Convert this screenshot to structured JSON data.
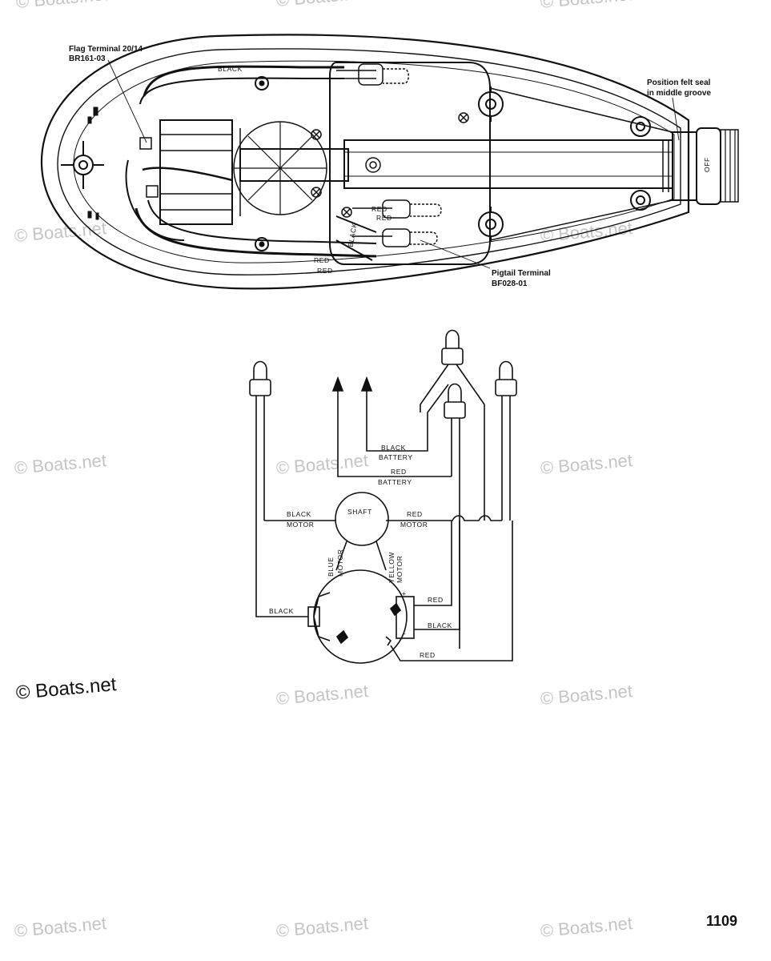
{
  "callouts": {
    "flag_terminal": "Flag Terminal 20/14",
    "flag_part": "BR161-03",
    "felt_seal_1": "Position felt seal",
    "felt_seal_2": "in middle groove",
    "pigtail_terminal": "Pigtail Terminal",
    "pigtail_part": "BF028-01"
  },
  "housing_labels": {
    "black": "BLACK",
    "off": "OFF",
    "red_1": "RED",
    "red_2": "RED",
    "black_2": "BLACK",
    "red_3": "RED",
    "red_4": "RED"
  },
  "schematic": {
    "black_battery": [
      "BLACK",
      "BATTERY"
    ],
    "red_battery": [
      "RED",
      "BATTERY"
    ],
    "black_motor": [
      "BLACK",
      "MOTOR"
    ],
    "red_motor": [
      "RED",
      "MOTOR"
    ],
    "shaft": "SHAFT",
    "blue_motor": [
      "BLUE",
      "MOTOR"
    ],
    "yellow_motor": [
      "YELLOW",
      "MOTOR"
    ],
    "black_left": "BLACK",
    "red_plus": "RED",
    "black_mid": "BLACK",
    "red_bottom": "RED",
    "plus": "+",
    "minus": "-"
  },
  "watermark": "© Boats.net",
  "copyright": "© Boats.net",
  "page_number": "1109"
}
